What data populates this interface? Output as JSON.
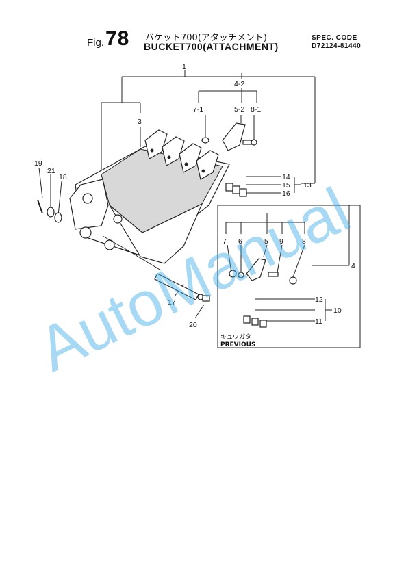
{
  "header": {
    "fig_label": "Fig.",
    "fig_number": "78",
    "title_jp": "バケット700(アタッチメント)",
    "title_en": "BUCKET700(ATTACHMENT)",
    "spec_label": "SPEC. CODE",
    "spec_value": "D72124-81440"
  },
  "callouts": {
    "c1": "1",
    "c4_2": "4-2",
    "c7_1": "7-1",
    "c5_2": "5-2",
    "c8_1": "8-1",
    "c3": "3",
    "c19": "19",
    "c21": "21",
    "c18": "18",
    "c14": "14",
    "c15": "15",
    "c16": "16",
    "c13": "13",
    "c7": "7",
    "c6": "6",
    "c5": "5",
    "c9": "9",
    "c8": "8",
    "c4": "4",
    "c12": "12",
    "c10": "10",
    "c11": "11",
    "c17": "17",
    "c20": "20"
  },
  "inset": {
    "previous_jp": "キュウガタ",
    "previous_en": "PREVIOUS"
  },
  "watermark": "AutoManual"
}
